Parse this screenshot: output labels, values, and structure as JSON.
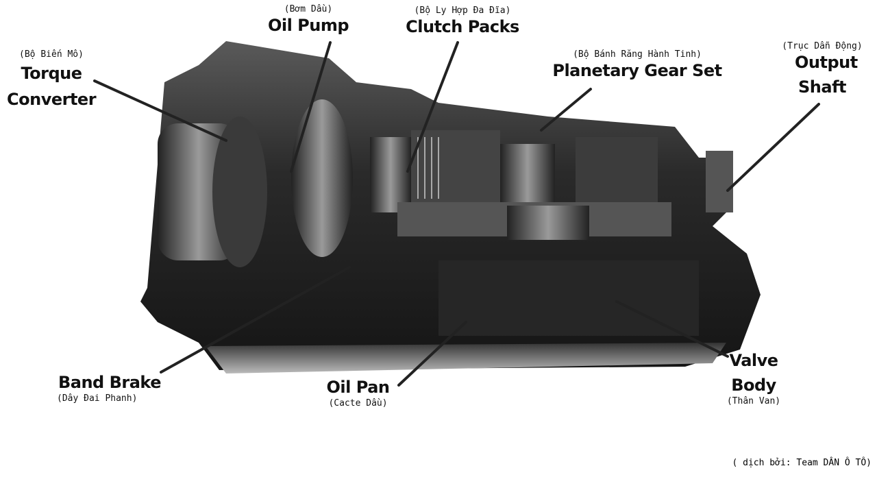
{
  "labels": {
    "torque_converter": {
      "en_line1": "Torque",
      "en_line2": "Converter",
      "vi": "(Bộ Biến Mô)"
    },
    "oil_pump": {
      "en": "Oil Pump",
      "vi": "(Bơm Dầu)"
    },
    "clutch_packs": {
      "en": "Clutch Packs",
      "vi": "(Bộ Ly Hợp Đa Đĩa)"
    },
    "planetary_gear_set": {
      "en": "Planetary Gear Set",
      "vi": "(Bộ Bánh Răng Hành Tinh)"
    },
    "output_shaft": {
      "en_line1": "Output",
      "en_line2": "Shaft",
      "vi": "(Trục Dẫn Động)"
    },
    "band_brake": {
      "en": "Band Brake",
      "vi": "(Dây Đai Phanh)"
    },
    "oil_pan": {
      "en": "Oil Pan",
      "vi": "(Cacte Dầu)"
    },
    "valve_body": {
      "en_line1": "Valve",
      "en_line2": "Body",
      "vi": "(Thân Van)"
    }
  },
  "credit": "( dịch bởi: Team DÂN Ô TÔ)"
}
